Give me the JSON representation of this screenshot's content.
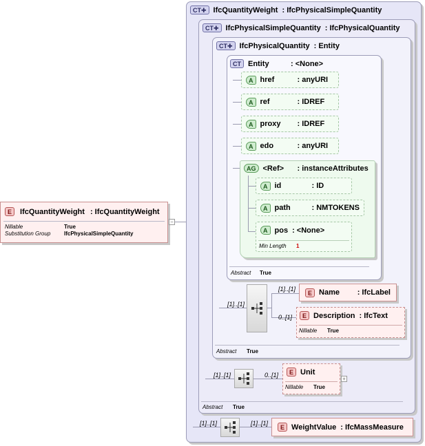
{
  "root": {
    "badge": "E",
    "name": "IfcQuantityWeight",
    "type": "IfcQuantityWeight",
    "props": [
      {
        "label": "Nillable",
        "value": "True"
      },
      {
        "label": "Substitution Group",
        "value": "IfcPhysicalSimpleQuantity"
      }
    ],
    "collapse_symbol": "−"
  },
  "ct1": {
    "badge": "CT",
    "name": "IfcQuantityWeight",
    "type": "IfcPhysicalSimpleQuantity"
  },
  "ct2": {
    "badge": "CT",
    "name": "IfcPhysicalSimpleQuantity",
    "type": "IfcPhysicalQuantity",
    "abstract_label": "Abstract",
    "abstract_value": "True"
  },
  "ct3": {
    "badge": "CT",
    "name": "IfcPhysicalQuantity",
    "type": "Entity",
    "abstract_label": "Abstract",
    "abstract_value": "True"
  },
  "ct4": {
    "badge": "CT",
    "name": "Entity",
    "type": "<None>",
    "abstract_label": "Abstract",
    "abstract_value": "True"
  },
  "attributes": [
    {
      "badge": "A",
      "name": "href",
      "type": ": anyURI"
    },
    {
      "badge": "A",
      "name": "ref",
      "type": ": IDREF"
    },
    {
      "badge": "A",
      "name": "proxy",
      "type": ": IDREF"
    },
    {
      "badge": "A",
      "name": "edo",
      "type": ": anyURI"
    }
  ],
  "attr_group": {
    "badge": "AG",
    "name": "<Ref>",
    "type": ": instanceAttributes",
    "items": [
      {
        "badge": "A",
        "name": "id",
        "type": ": ID"
      },
      {
        "badge": "A",
        "name": "path",
        "type": ": NMTOKENS"
      },
      {
        "badge": "A",
        "name": "pos",
        "type": ": <None>",
        "prop_label": "Min Length",
        "prop_value": "1"
      }
    ]
  },
  "seq_physical": {
    "card": "[1]..[1]",
    "elements": [
      {
        "badge": "E",
        "name": "Name",
        "type": ": IfcLabel",
        "card": "[1]..[1]"
      },
      {
        "badge": "E",
        "name": "Description",
        "type": ": IfcText",
        "card": "0..[1]",
        "prop_label": "Nillable",
        "prop_value": "True"
      }
    ]
  },
  "seq_simple": {
    "card": "[1]..[1]",
    "elements": [
      {
        "badge": "E",
        "name": "Unit",
        "type": "",
        "card": "0..[1]",
        "prop_label": "Nillable",
        "prop_value": "True",
        "expander": "+"
      }
    ]
  },
  "seq_weight": {
    "card": "[1]..[1]",
    "elements": [
      {
        "badge": "E",
        "name": "WeightValue",
        "type": ": IfcMassMeasure",
        "card": "[1]..[1]"
      }
    ]
  }
}
